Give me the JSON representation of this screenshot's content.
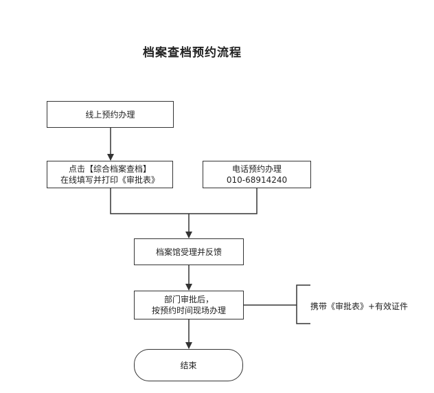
{
  "title": "档案查档预约流程",
  "nodes": {
    "online": {
      "lines": [
        "线上预约办理"
      ]
    },
    "click": {
      "lines": [
        "点击【综合档案查档】",
        "在线填写并打印《审批表》"
      ]
    },
    "phone": {
      "lines": [
        "电话预约办理",
        "010-68914240"
      ]
    },
    "accept": {
      "lines": [
        "档案馆受理并反馈"
      ]
    },
    "approve": {
      "lines": [
        "部门审批后，",
        "按预约时间现场办理"
      ]
    },
    "end": {
      "lines": [
        "结束"
      ]
    }
  },
  "note": "携带《审批表》+有效证件"
}
